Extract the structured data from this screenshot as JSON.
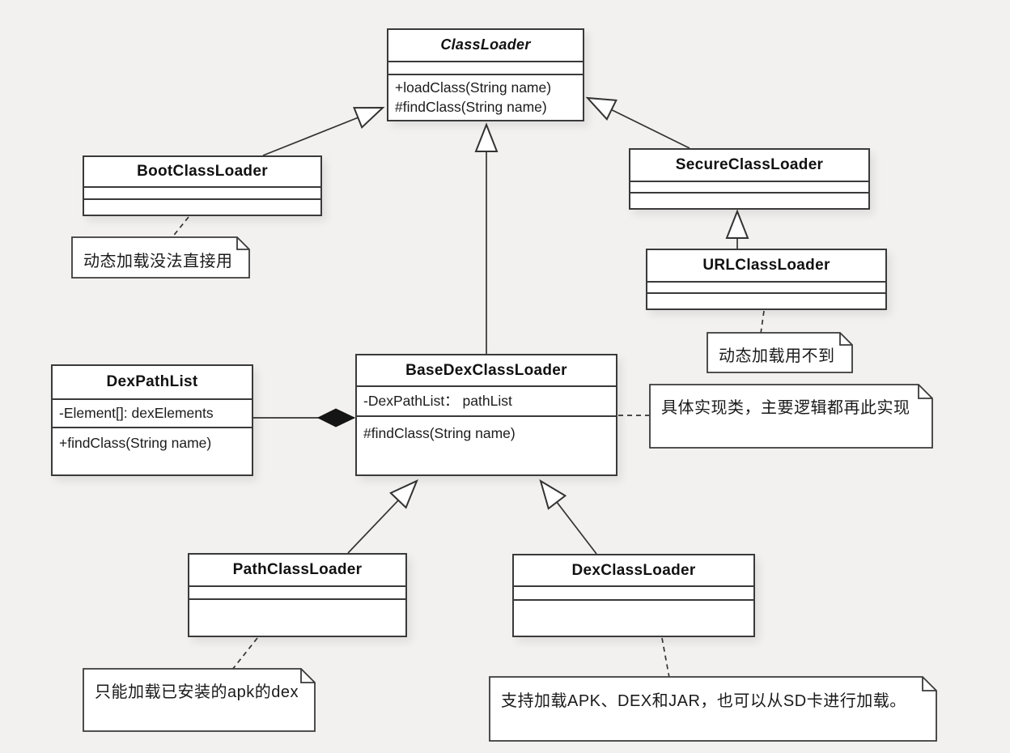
{
  "diagram": {
    "type": "uml-class-diagram",
    "subject": "Android ClassLoader hierarchy",
    "appearance": {
      "background": "#f2f1ef",
      "box_fill": "#ffffff",
      "line_color": "#333333",
      "text_color": "#1a1a1a"
    },
    "classes": {
      "classLoader": {
        "name": "ClassLoader",
        "abstract": true,
        "attributes": [],
        "methods": [
          "+loadClass(String name)",
          "#findClass(String name)"
        ]
      },
      "bootClassLoader": {
        "name": "BootClassLoader",
        "attributes": [],
        "methods": []
      },
      "secureClassLoader": {
        "name": "SecureClassLoader",
        "attributes": [],
        "methods": []
      },
      "urlClassLoader": {
        "name": "URLClassLoader",
        "attributes": [],
        "methods": []
      },
      "dexPathList": {
        "name": "DexPathList",
        "attributes": [
          "-Element[]: dexElements"
        ],
        "methods": [
          "+findClass(String name)"
        ]
      },
      "baseDexClassLoader": {
        "name": "BaseDexClassLoader",
        "attributes": [
          "-DexPathList： pathList"
        ],
        "methods": [
          "#findClass(String name)"
        ]
      },
      "pathClassLoader": {
        "name": "PathClassLoader",
        "attributes": [],
        "methods": []
      },
      "dexClassLoader": {
        "name": "DexClassLoader",
        "attributes": [],
        "methods": []
      }
    },
    "notes": {
      "bootNote": {
        "text": "动态加载没法直接用",
        "attached_to": "BootClassLoader"
      },
      "urlNote": {
        "text": "动态加载用不到",
        "attached_to": "URLClassLoader"
      },
      "baseDexNote": {
        "text": "具体实现类，主要逻辑都再此实现",
        "attached_to": "BaseDexClassLoader"
      },
      "pathNote": {
        "text": "只能加载已安装的apk的dex",
        "attached_to": "PathClassLoader"
      },
      "dexNote": {
        "text": "支持加载APK、DEX和JAR，也可以从SD卡进行加载。",
        "attached_to": "DexClassLoader"
      }
    },
    "relationships": [
      {
        "from": "BootClassLoader",
        "to": "ClassLoader",
        "type": "generalization"
      },
      {
        "from": "SecureClassLoader",
        "to": "ClassLoader",
        "type": "generalization"
      },
      {
        "from": "BaseDexClassLoader",
        "to": "ClassLoader",
        "type": "generalization"
      },
      {
        "from": "URLClassLoader",
        "to": "SecureClassLoader",
        "type": "generalization"
      },
      {
        "from": "DexPathList",
        "to": "BaseDexClassLoader",
        "type": "composition"
      },
      {
        "from": "PathClassLoader",
        "to": "BaseDexClassLoader",
        "type": "generalization"
      },
      {
        "from": "DexClassLoader",
        "to": "BaseDexClassLoader",
        "type": "generalization"
      }
    ]
  }
}
